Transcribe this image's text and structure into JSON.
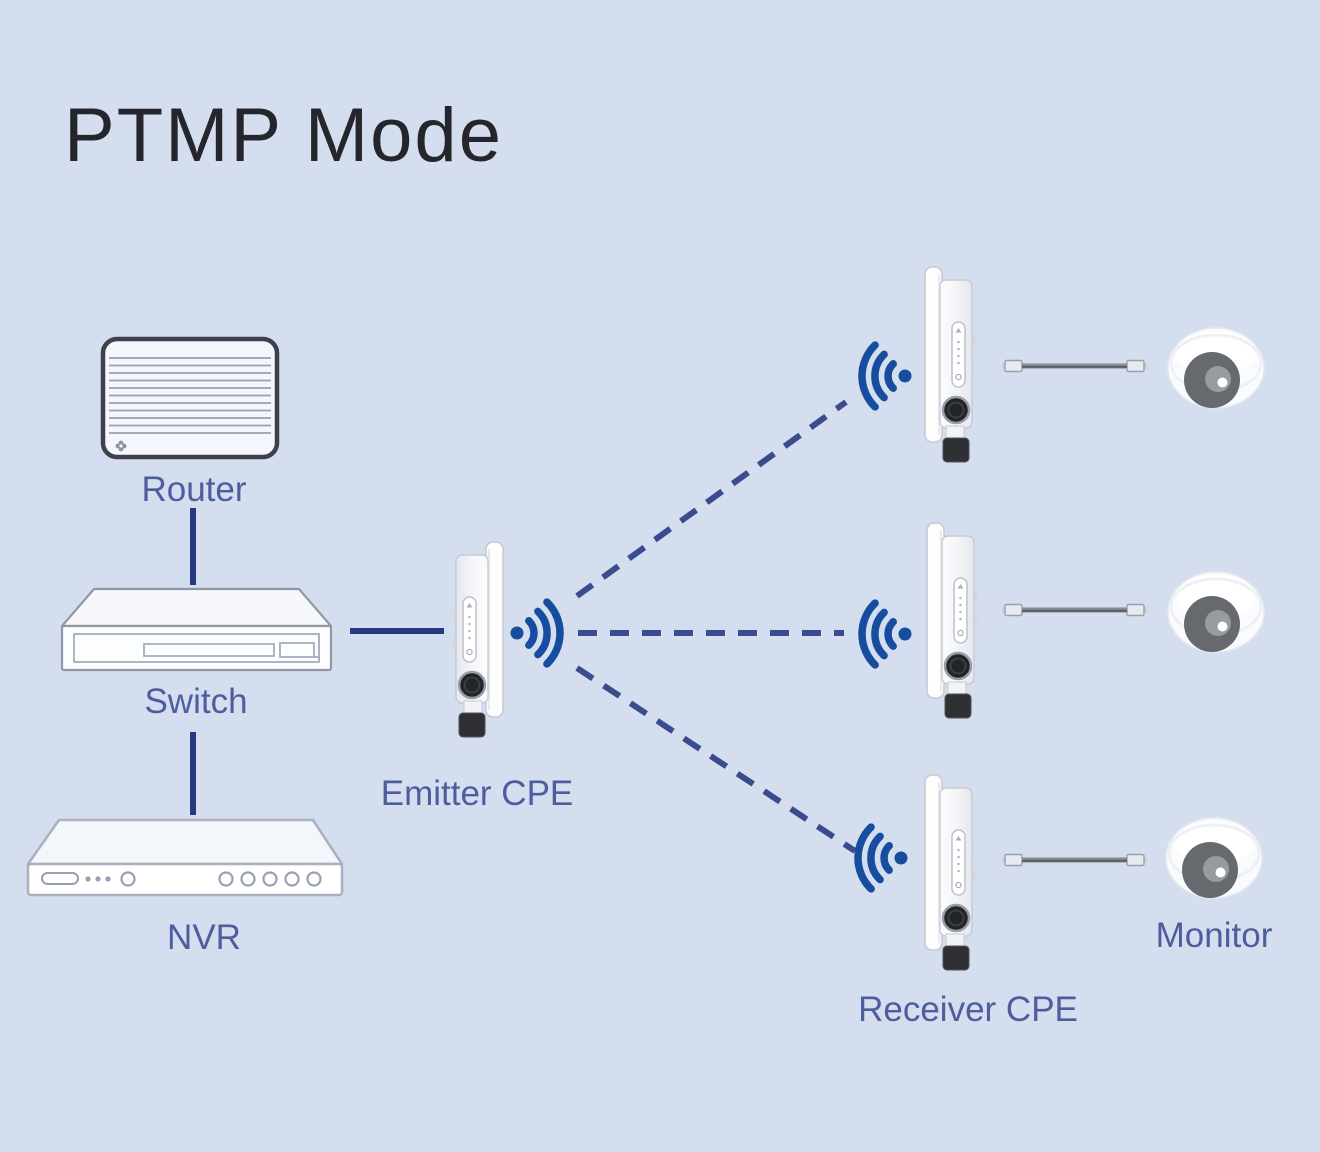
{
  "title": "PTMP Mode",
  "colors": {
    "background": "#d5deef",
    "title_text": "#25252c",
    "label_text": "#4d5d9d",
    "wifi_icon": "#174d9f",
    "solid_link": "#27397f",
    "wireless_link": "#3a4b8e",
    "router_outline": "#3e414b",
    "device_outline": "#9aa1ae",
    "device_fill": "#fcfdfe"
  },
  "devices": {
    "router": {
      "label": "Router"
    },
    "switch": {
      "label": "Switch"
    },
    "nvr": {
      "label": "NVR"
    },
    "emitter": {
      "label": "Emitter CPE"
    },
    "receiver": {
      "label": "Receiver CPE"
    },
    "monitor": {
      "label": "Monitor"
    }
  },
  "icons": [
    "router-icon",
    "switch-icon",
    "nvr-icon",
    "cpe-side-icon",
    "wifi-signal-icon",
    "ethernet-cable-icon",
    "dome-camera-icon"
  ],
  "connections": {
    "wired": [
      "Router-Switch",
      "Switch-NVR",
      "Switch-EmitterCPE"
    ],
    "wireless_dashed": [
      "EmitterCPE-ReceiverCPE-top",
      "EmitterCPE-ReceiverCPE-middle",
      "EmitterCPE-ReceiverCPE-bottom"
    ]
  }
}
